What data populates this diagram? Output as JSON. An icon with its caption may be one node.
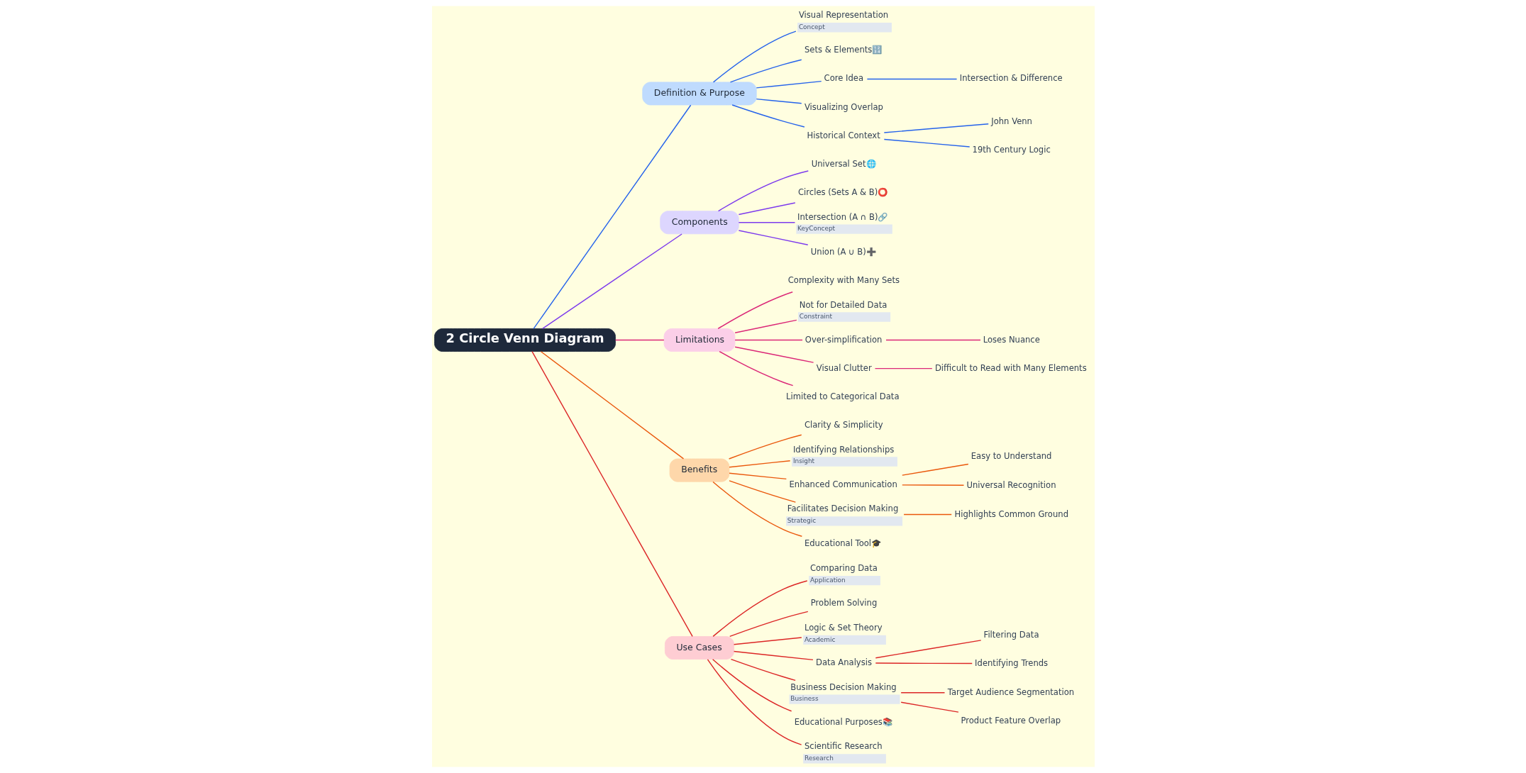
{
  "diagram": {
    "nodes": [
      {
        "text": [
          "2 Circle Venn Diagram"
        ]
      },
      {
        "text": [
          "Definition & Purpose"
        ]
      },
      {
        "text": [
          "Visual Representation",
          "Concept"
        ]
      },
      {
        "text": [
          "Sets & Elements🔢"
        ]
      },
      {
        "text": [
          "Core Idea"
        ]
      },
      {
        "text": [
          "Intersection & Difference"
        ]
      },
      {
        "text": [
          "Visualizing Overlap"
        ]
      },
      {
        "text": [
          "Historical Context"
        ]
      },
      {
        "text": [
          "John Venn"
        ]
      },
      {
        "text": [
          "19th Century Logic"
        ]
      },
      {
        "text": [
          "Components"
        ]
      },
      {
        "text": [
          "Universal Set🌐"
        ]
      },
      {
        "text": [
          "Circles (Sets A & B)⭕"
        ]
      },
      {
        "text": [
          "Intersection (A ∩ B)🔗",
          "KeyConcept"
        ]
      },
      {
        "text": [
          "Union (A ∪ B)➕"
        ]
      },
      {
        "text": [
          "Limitations"
        ]
      },
      {
        "text": [
          "Complexity with Many Sets"
        ]
      },
      {
        "text": [
          "Not for Detailed Data",
          "Constraint"
        ]
      },
      {
        "text": [
          "Over-simplification"
        ]
      },
      {
        "text": [
          "Loses Nuance"
        ]
      },
      {
        "text": [
          "Visual Clutter"
        ]
      },
      {
        "text": [
          "Difficult to Read with Many Elements"
        ]
      },
      {
        "text": [
          "Limited to Categorical Data"
        ]
      },
      {
        "text": [
          "Benefits"
        ]
      },
      {
        "text": [
          "Clarity & Simplicity"
        ]
      },
      {
        "text": [
          "Identifying Relationships",
          "Insight"
        ]
      },
      {
        "text": [
          "Enhanced Communication"
        ]
      },
      {
        "text": [
          "Easy to Understand"
        ]
      },
      {
        "text": [
          "Universal Recognition"
        ]
      },
      {
        "text": [
          "Facilitates Decision Making",
          "Strategic"
        ]
      },
      {
        "text": [
          "Highlights Common Ground"
        ]
      },
      {
        "text": [
          "Educational Tool🎓"
        ]
      },
      {
        "text": [
          "Use Cases"
        ]
      },
      {
        "text": [
          "Comparing Data",
          "Application"
        ]
      },
      {
        "text": [
          "Problem Solving"
        ]
      },
      {
        "text": [
          "Logic & Set Theory",
          "Academic"
        ]
      },
      {
        "text": [
          "Data Analysis"
        ]
      },
      {
        "text": [
          "Filtering Data"
        ]
      },
      {
        "text": [
          "Identifying Trends"
        ]
      },
      {
        "text": [
          "Business Decision Making",
          "Business"
        ]
      },
      {
        "text": [
          "Target Audience Segmentation"
        ]
      },
      {
        "text": [
          "Product Feature Overlap"
        ]
      },
      {
        "text": [
          "Educational Purposes📚"
        ]
      },
      {
        "text": [
          "Scientific Research",
          "Research"
        ]
      }
    ],
    "edges": [
      {
        "from": 0,
        "to": 1,
        "arrow": "none",
        "color": "#2563eb"
      },
      {
        "from": 1,
        "to": 2,
        "arrow": "none",
        "color": "#2563eb"
      },
      {
        "from": 1,
        "to": 3,
        "arrow": "none",
        "color": "#2563eb"
      },
      {
        "from": 1,
        "to": 4,
        "arrow": "none",
        "color": "#2563eb"
      },
      {
        "from": 4,
        "to": 5,
        "arrow": "none",
        "color": "#2563eb"
      },
      {
        "from": 1,
        "to": 6,
        "arrow": "none",
        "color": "#2563eb"
      },
      {
        "from": 1,
        "to": 7,
        "arrow": "none",
        "color": "#2563eb"
      },
      {
        "from": 7,
        "to": 8,
        "arrow": "none",
        "color": "#2563eb"
      },
      {
        "from": 7,
        "to": 9,
        "arrow": "none",
        "color": "#2563eb"
      },
      {
        "from": 0,
        "to": 10,
        "arrow": "none",
        "color": "#7c3aed"
      },
      {
        "from": 10,
        "to": 11,
        "arrow": "none",
        "color": "#7c3aed"
      },
      {
        "from": 10,
        "to": 12,
        "arrow": "none",
        "color": "#7c3aed"
      },
      {
        "from": 10,
        "to": 13,
        "arrow": "none",
        "color": "#7c3aed"
      },
      {
        "from": 10,
        "to": 14,
        "arrow": "none",
        "color": "#7c3aed"
      },
      {
        "from": 0,
        "to": 15,
        "arrow": "none",
        "color": "#db2777"
      },
      {
        "from": 15,
        "to": 16,
        "arrow": "none",
        "color": "#db2777"
      },
      {
        "from": 15,
        "to": 17,
        "arrow": "none",
        "color": "#db2777"
      },
      {
        "from": 15,
        "to": 18,
        "arrow": "none",
        "color": "#db2777"
      },
      {
        "from": 18,
        "to": 19,
        "arrow": "none",
        "color": "#db2777"
      },
      {
        "from": 15,
        "to": 20,
        "arrow": "none",
        "color": "#db2777"
      },
      {
        "from": 20,
        "to": 21,
        "arrow": "none",
        "color": "#db2777"
      },
      {
        "from": 15,
        "to": 22,
        "arrow": "none",
        "color": "#db2777"
      },
      {
        "from": 0,
        "to": 23,
        "arrow": "none",
        "color": "#ea580c"
      },
      {
        "from": 23,
        "to": 24,
        "arrow": "none",
        "color": "#ea580c"
      },
      {
        "from": 23,
        "to": 25,
        "arrow": "none",
        "color": "#ea580c"
      },
      {
        "from": 23,
        "to": 26,
        "arrow": "none",
        "color": "#ea580c"
      },
      {
        "from": 26,
        "to": 27,
        "arrow": "none",
        "color": "#ea580c"
      },
      {
        "from": 26,
        "to": 28,
        "arrow": "none",
        "color": "#ea580c"
      },
      {
        "from": 23,
        "to": 29,
        "arrow": "none",
        "color": "#ea580c"
      },
      {
        "from": 29,
        "to": 30,
        "arrow": "none",
        "color": "#ea580c"
      },
      {
        "from": 23,
        "to": 31,
        "arrow": "none",
        "color": "#ea580c"
      },
      {
        "from": 0,
        "to": 32,
        "arrow": "none",
        "color": "#dc2626"
      },
      {
        "from": 32,
        "to": 33,
        "arrow": "none",
        "color": "#dc2626"
      },
      {
        "from": 32,
        "to": 34,
        "arrow": "none",
        "color": "#dc2626"
      },
      {
        "from": 32,
        "to": 35,
        "arrow": "none",
        "color": "#dc2626"
      },
      {
        "from": 32,
        "to": 36,
        "arrow": "none",
        "color": "#dc2626"
      },
      {
        "from": 36,
        "to": 37,
        "arrow": "none",
        "color": "#dc2626"
      },
      {
        "from": 36,
        "to": 38,
        "arrow": "none",
        "color": "#dc2626"
      },
      {
        "from": 32,
        "to": 39,
        "arrow": "none",
        "color": "#dc2626"
      },
      {
        "from": 39,
        "to": 40,
        "arrow": "none",
        "color": "#dc2626"
      },
      {
        "from": 39,
        "to": 41,
        "arrow": "none",
        "color": "#dc2626"
      },
      {
        "from": 32,
        "to": 42,
        "arrow": "none",
        "color": "#dc2626"
      },
      {
        "from": 32,
        "to": 43,
        "arrow": "none",
        "color": "#dc2626"
      }
    ]
  }
}
